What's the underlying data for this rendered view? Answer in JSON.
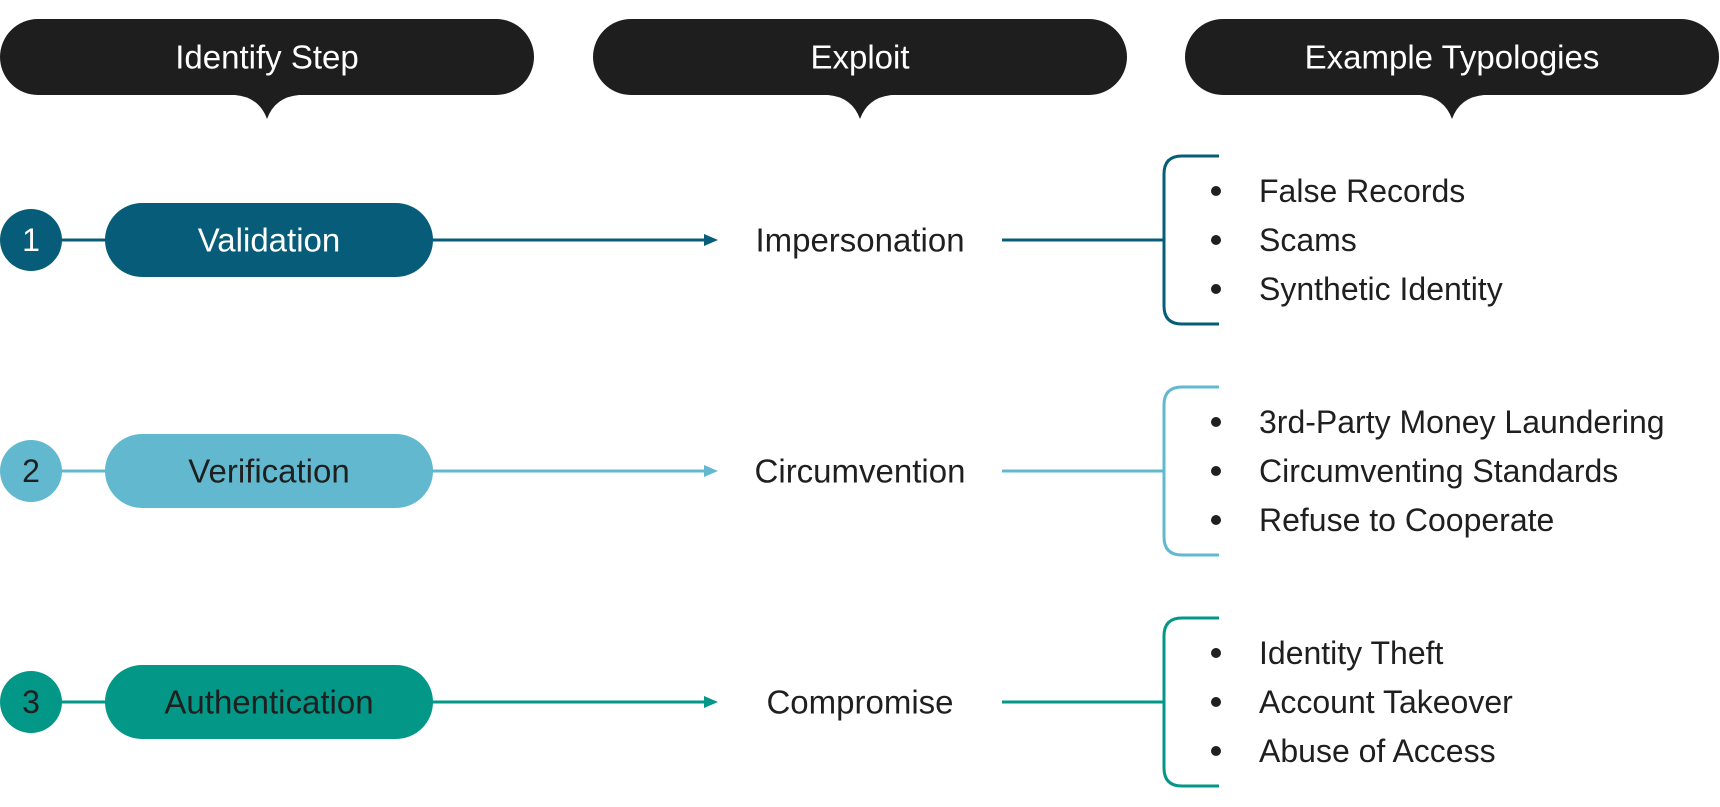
{
  "headers": [
    {
      "label": "Identify Step"
    },
    {
      "label": "Exploit"
    },
    {
      "label": "Example Typologies"
    }
  ],
  "rows": [
    {
      "number": "1",
      "step": "Validation",
      "exploit": "Impersonation",
      "color": "#075d79",
      "step_text_color": "#ffffff",
      "number_text_color": "#ffffff",
      "typologies": [
        "False Records",
        "Scams",
        "Synthetic Identity"
      ]
    },
    {
      "number": "2",
      "step": "Verification",
      "exploit": "Circumvention",
      "color": "#62b9cf",
      "step_text_color": "#1f1f1f",
      "number_text_color": "#1f1f1f",
      "typologies": [
        "3rd-Party Money Laundering",
        "Circumventing Standards",
        "Refuse to Cooperate"
      ]
    },
    {
      "number": "3",
      "step": "Authentication",
      "exploit": "Compromise",
      "color": "#039788",
      "step_text_color": "#1f1f1f",
      "number_text_color": "#1f1f1f",
      "typologies": [
        "Identity Theft",
        "Account Takeover",
        "Abuse of Access"
      ]
    }
  ],
  "header_color": "#1e1e1e"
}
